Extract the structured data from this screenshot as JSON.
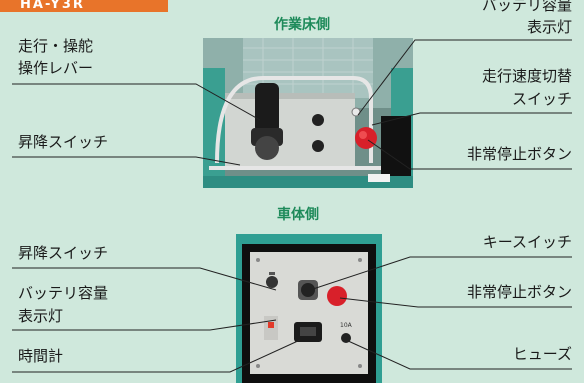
{
  "header_tag": "HA-Y3R",
  "sections": {
    "top": "作業床側",
    "bottom": "車体側"
  },
  "labels": {
    "lever_1": "走行・操舵",
    "lever_2": "操作レバー",
    "lift_switch_top": "昇降スイッチ",
    "battery_top_1": "バッテリ容量",
    "battery_top_2": "表示灯",
    "speed_switch_1": "走行速度切替",
    "speed_switch_2": "スイッチ",
    "estop_top": "非常停止ボタン",
    "lift_switch_bottom": "昇降スイッチ",
    "battery_bottom_1": "バッテリ容量",
    "battery_bottom_2": "表示灯",
    "hour_meter": "時間計",
    "key_switch": "キースイッチ",
    "estop_bottom": "非常停止ボタン",
    "fuse": "ヒューズ"
  },
  "panel_text": {
    "fuse_rating": "10A"
  },
  "colors": {
    "background": "#cfe8dc",
    "accent_green": "#1e8a5a",
    "tag_orange": "#e8742a",
    "machine_teal": "#2a9a8c",
    "estop_red": "#d8202a"
  }
}
